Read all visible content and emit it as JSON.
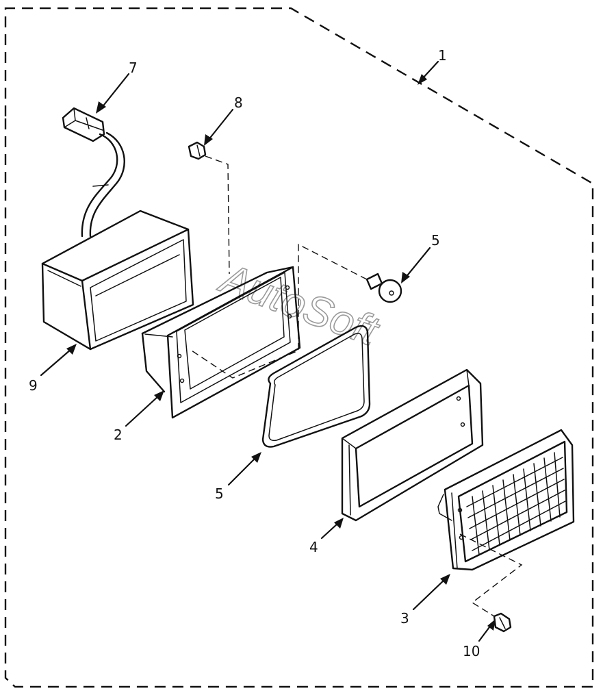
{
  "diagram": {
    "watermark": "AutoSoft",
    "callouts": [
      {
        "id": "c1",
        "label": "1"
      },
      {
        "id": "c7",
        "label": "7"
      },
      {
        "id": "c8",
        "label": "8"
      },
      {
        "id": "c5a",
        "label": "5"
      },
      {
        "id": "c9",
        "label": "9"
      },
      {
        "id": "c2",
        "label": "2"
      },
      {
        "id": "c5b",
        "label": "5"
      },
      {
        "id": "c4",
        "label": "4"
      },
      {
        "id": "c3",
        "label": "3"
      },
      {
        "id": "c10",
        "label": "10"
      }
    ],
    "colors": {
      "ink": "#111111",
      "background": "#ffffff",
      "watermark": "#9a9a9a"
    }
  }
}
